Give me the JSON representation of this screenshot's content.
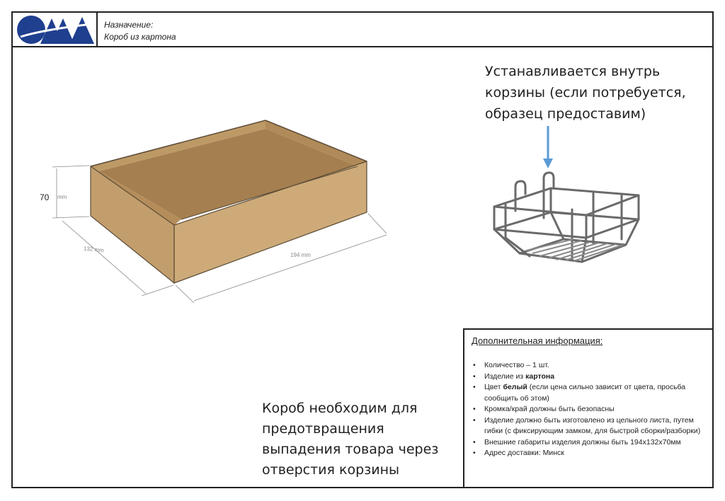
{
  "header": {
    "logo_text": "OMA",
    "purpose_label": "Назначение:",
    "purpose_value": "Короб из картона"
  },
  "box_dimensions": {
    "height_value": "70",
    "height_unit": "mm",
    "width_label": "132 mm",
    "length_label": "194 mm"
  },
  "captions": {
    "top": [
      "Устанавливается внутрь",
      "корзины (если потребуется,",
      "образец предоставим)"
    ],
    "bottom": [
      "Короб необходим для",
      "предотвращения",
      "выпадения товара через",
      "отверстия корзины"
    ]
  },
  "info": {
    "title": "Дополнительная информация:",
    "items": [
      {
        "text": "Количество – 1  шт."
      },
      {
        "prefix": "Изделие из ",
        "bold": "картона",
        "suffix": ""
      },
      {
        "prefix": "Цвет ",
        "bold": "белый",
        "suffix": " (если цена сильно зависит от цвета, просьба сообщить об этом)"
      },
      {
        "text": "Кромка/край должны быть безопасны"
      },
      {
        "text": "Изделие должно быть изготовлено из цельного листа, путем гибки (с фиксирующим замком, для быстрой сборки/разборки)"
      },
      {
        "text": "Внешние габариты изделия должны быть 194х132х70мм"
      },
      {
        "text": "Адрес доставки: Минск"
      }
    ]
  },
  "colors": {
    "logo_blue": "#1f3f8f",
    "cardboard_outer": "#c8a577",
    "cardboard_side": "#b8925f",
    "cardboard_inner": "#a98455",
    "arrow_blue": "#5b9bd5"
  }
}
